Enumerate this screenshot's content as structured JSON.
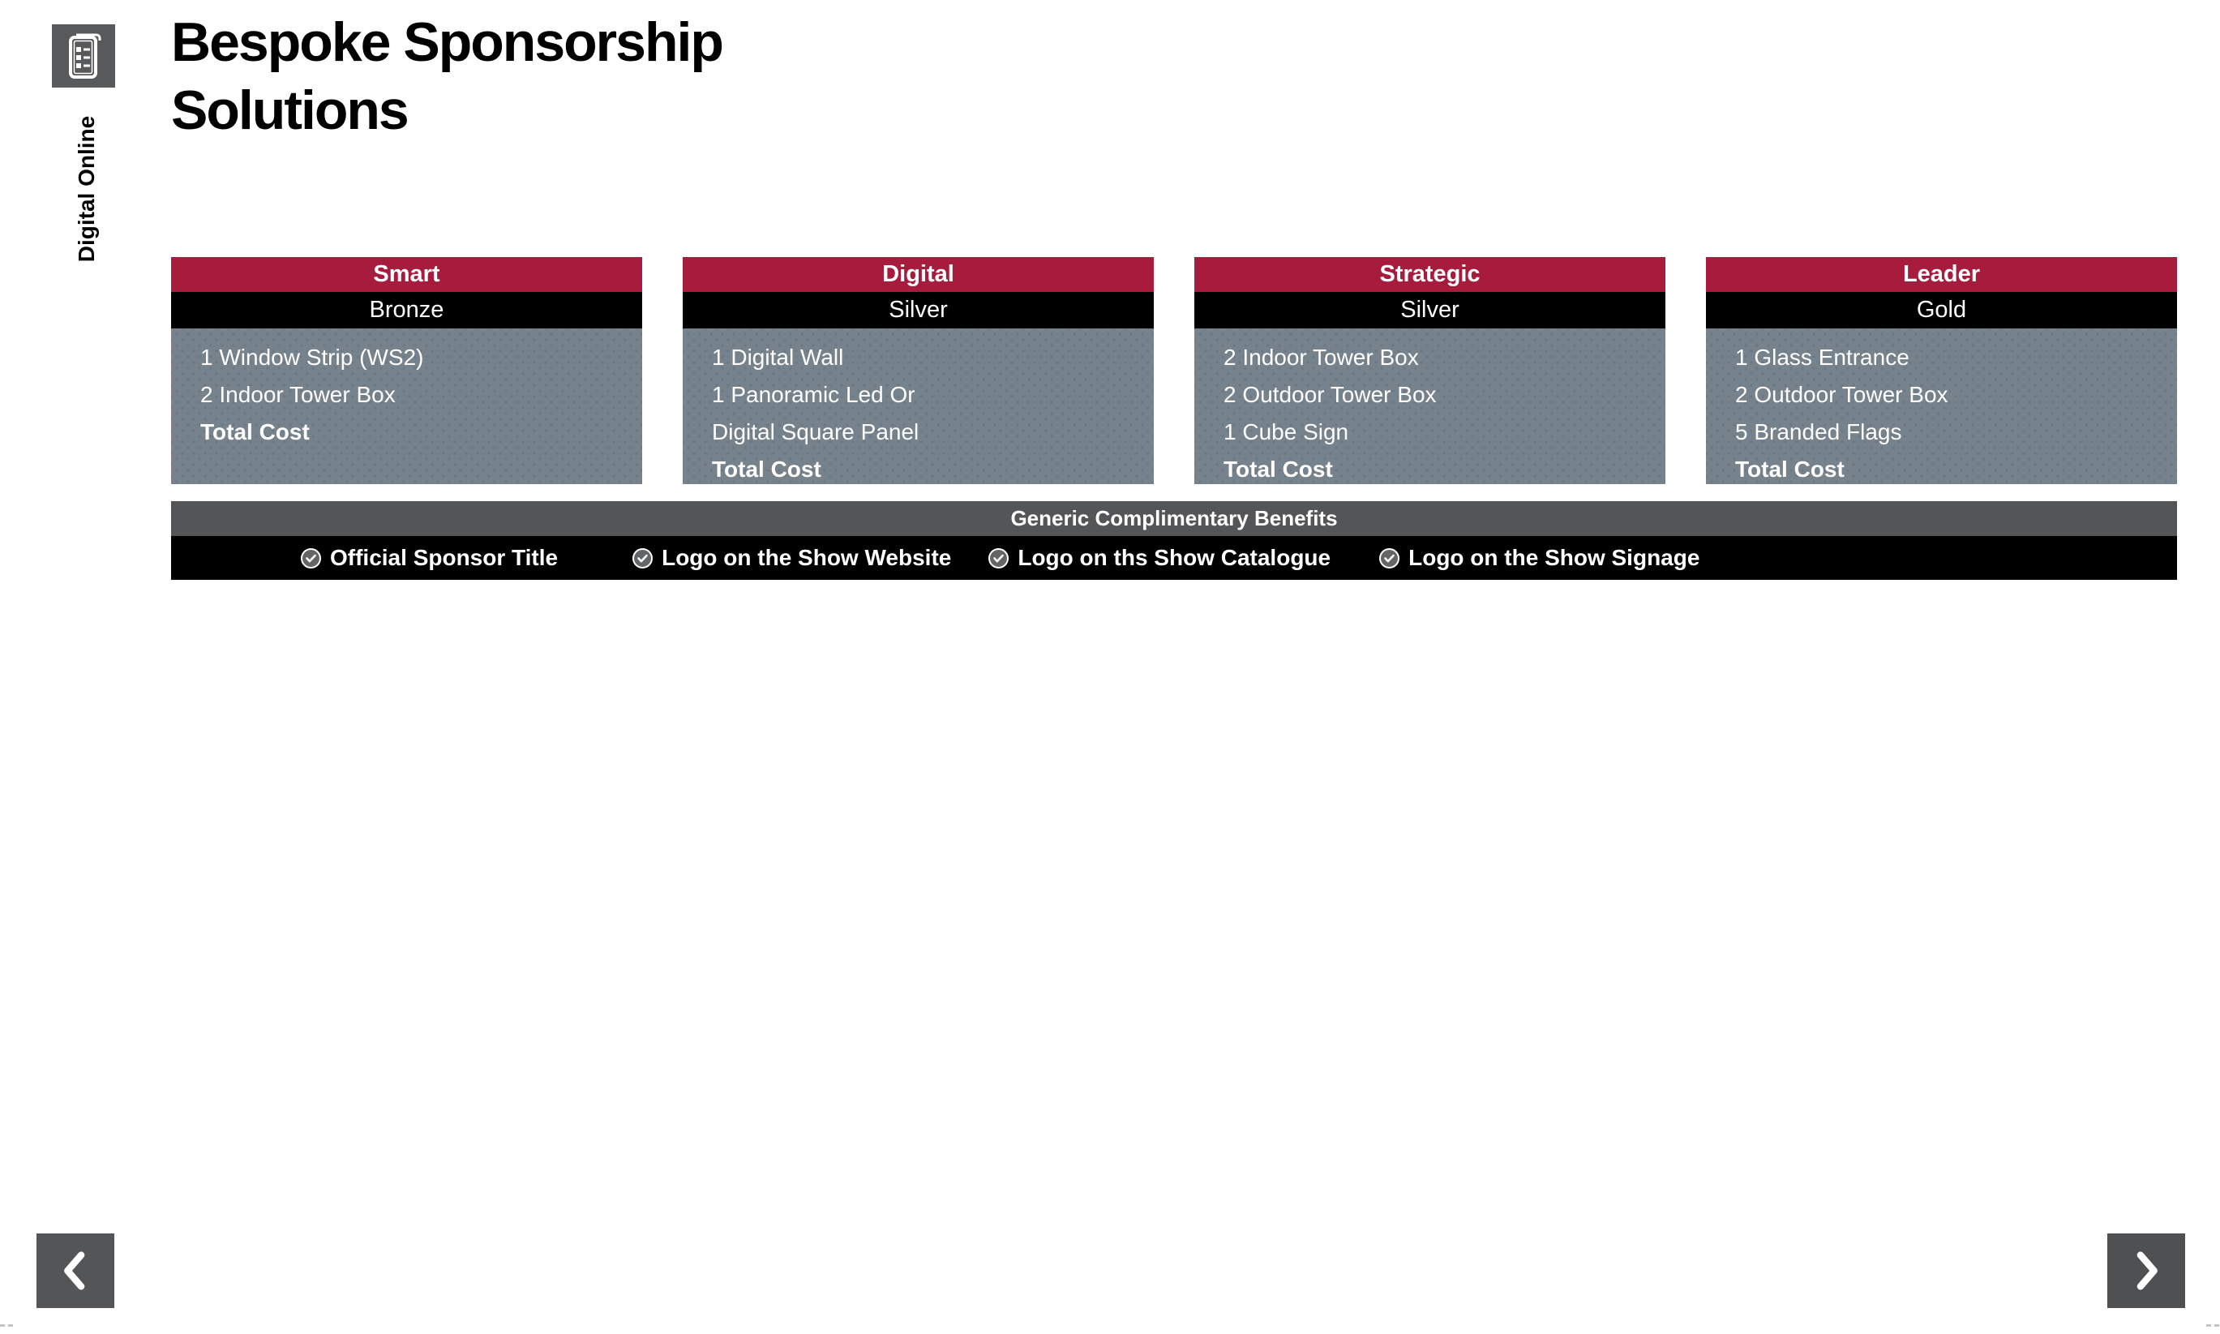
{
  "header": {
    "title_line1": "Bespoke Sponsorship",
    "title_line2": "Solutions",
    "category_label": "Digital Online",
    "category_icon": "digital-tablet-icon"
  },
  "packages": [
    {
      "name": "Smart",
      "tier": "Bronze",
      "items": [
        "1 Window Strip (WS2)",
        "2 Indoor Tower Box"
      ],
      "total_label": "Total Cost"
    },
    {
      "name": "Digital",
      "tier": "Silver",
      "items": [
        "1 Digital Wall",
        "1 Panoramic Led Or",
        "Digital Square Panel"
      ],
      "total_label": "Total Cost"
    },
    {
      "name": "Strategic",
      "tier": "Silver",
      "items": [
        "2 Indoor Tower Box",
        "2 Outdoor Tower Box",
        "1 Cube Sign"
      ],
      "total_label": "Total Cost"
    },
    {
      "name": "Leader",
      "tier": "Gold",
      "items": [
        "1 Glass Entrance",
        "2 Outdoor Tower Box",
        "5 Branded Flags"
      ],
      "total_label": "Total Cost"
    }
  ],
  "benefits": {
    "header": "Generic Complimentary Benefits",
    "check_icon": "check-circle-icon",
    "items": [
      "Official Sponsor Title",
      "Logo on the Show Website",
      "Logo on ths Show Catalogue",
      "Logo on the Show Signage"
    ]
  },
  "navigation": {
    "prev_icon": "chevron-left-icon",
    "next_icon": "chevron-right-icon"
  },
  "colors": {
    "accent_crimson": "#A71C3D",
    "tier_bar_black": "#000000",
    "panel_gray": "#76828C",
    "benefits_bar_gray": "#545557",
    "benefits_row_black": "#000000",
    "icon_square_gray": "#58595B",
    "nav_button_gray": "#545557",
    "text_on_dark": "#FFFFFF",
    "text_on_light": "#000000"
  }
}
